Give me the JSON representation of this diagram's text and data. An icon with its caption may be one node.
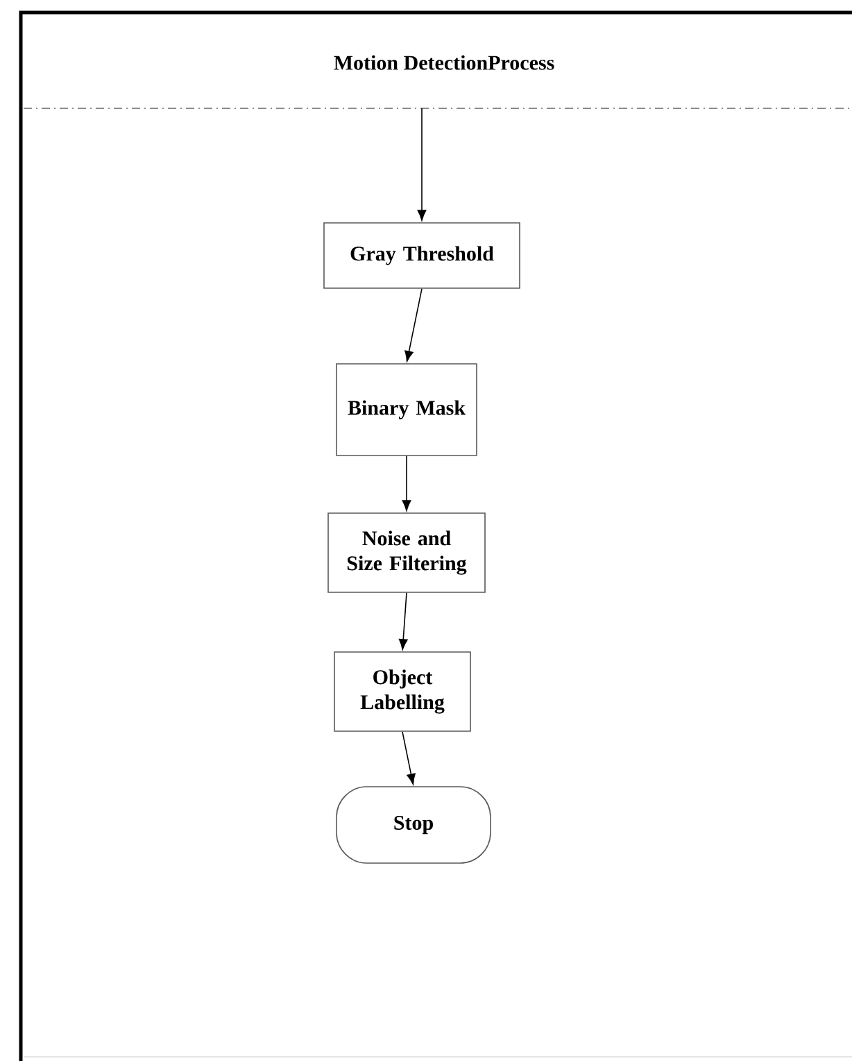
{
  "diagram": {
    "title": "Motion DetectionProcess",
    "nodes": [
      {
        "text": [
          "Gray Threshold"
        ]
      },
      {
        "text": [
          "Binary Mask"
        ]
      },
      {
        "text": [
          "Noise and Size Filtering"
        ]
      },
      {
        "text": [
          "Object Labelling"
        ]
      },
      {
        "text": [
          "Stop"
        ]
      }
    ],
    "edges": [
      {
        "from": null,
        "to": 0,
        "arrow": "to"
      },
      {
        "from": 0,
        "to": 1,
        "arrow": "to"
      },
      {
        "from": 1,
        "to": 2,
        "arrow": "to"
      },
      {
        "from": 2,
        "to": 3,
        "arrow": "to"
      },
      {
        "from": 3,
        "to": 4,
        "arrow": "to"
      }
    ]
  }
}
